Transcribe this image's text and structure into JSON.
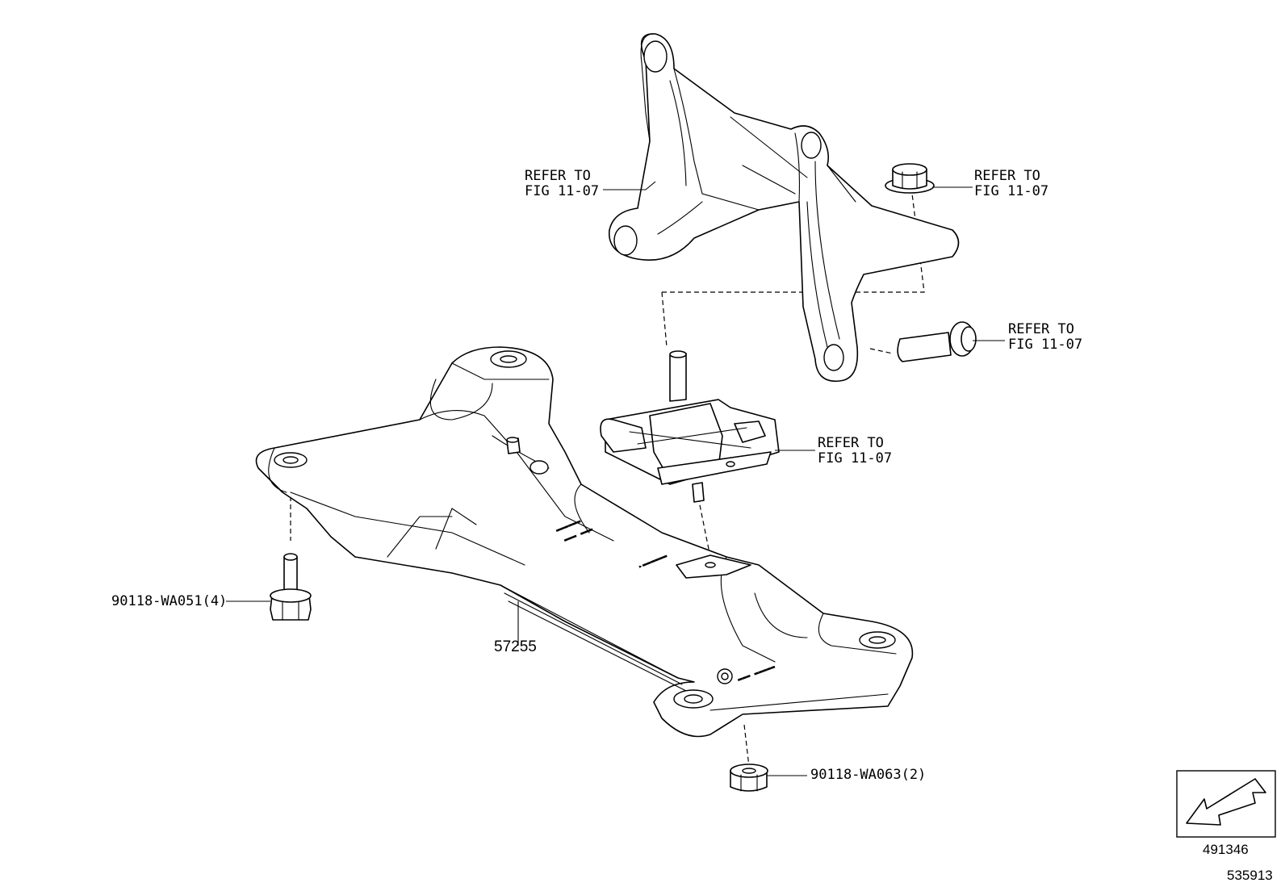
{
  "callouts": {
    "bracket_upper": {
      "line1": "REFER TO",
      "line2": "FIG 11-07"
    },
    "nut_upper": {
      "line1": "REFER TO",
      "line2": "FIG 11-07"
    },
    "bolt_right": {
      "line1": "REFER TO",
      "line2": "FIG 11-07"
    },
    "mount_insulator": {
      "line1": "REFER TO",
      "line2": "FIG 11-07"
    }
  },
  "parts": {
    "crossmember": "57255",
    "bolt_left": "90118-WA051(4)",
    "nut_bottom": "90118-WA063(2)"
  },
  "orientation_box": {
    "ref_number": "491346"
  },
  "figure_id": "535913"
}
